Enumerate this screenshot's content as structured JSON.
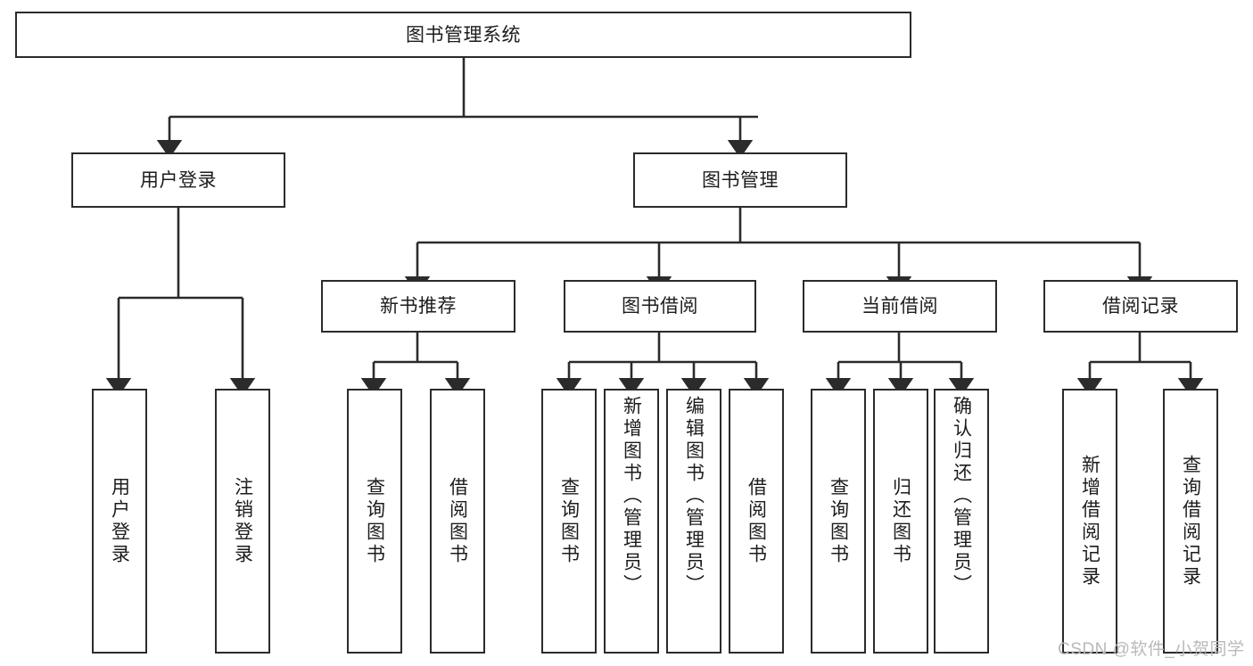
{
  "diagram": {
    "type": "tree-hierarchy",
    "title": "图书管理系统",
    "root": {
      "id": "root",
      "label": "图书管理系统"
    },
    "level1": [
      {
        "id": "user-login",
        "label": "用户登录"
      },
      {
        "id": "book-manage",
        "label": "图书管理"
      }
    ],
    "level2": [
      {
        "id": "new-book-recommend",
        "label": "新书推荐",
        "parent": "book-manage"
      },
      {
        "id": "book-borrow",
        "label": "图书借阅",
        "parent": "book-manage"
      },
      {
        "id": "current-borrow",
        "label": "当前借阅",
        "parent": "book-manage"
      },
      {
        "id": "borrow-record",
        "label": "借阅记录",
        "parent": "book-manage"
      }
    ],
    "leaves": [
      {
        "id": "leaf-user-login",
        "label": "用户登录",
        "parent": "user-login"
      },
      {
        "id": "leaf-logout-login",
        "label": "注销登录",
        "parent": "user-login"
      },
      {
        "id": "leaf-query-book-1",
        "label": "查询图书",
        "parent": "new-book-recommend"
      },
      {
        "id": "leaf-borrow-book-1",
        "label": "借阅图书",
        "parent": "new-book-recommend"
      },
      {
        "id": "leaf-query-book-2",
        "label": "查询图书",
        "parent": "book-borrow"
      },
      {
        "id": "leaf-add-book",
        "label": "新增图书（管理员）",
        "parent": "book-borrow"
      },
      {
        "id": "leaf-edit-book",
        "label": "编辑图书（管理员）",
        "parent": "book-borrow"
      },
      {
        "id": "leaf-borrow-book-2",
        "label": "借阅图书",
        "parent": "book-borrow"
      },
      {
        "id": "leaf-query-book-3",
        "label": "查询图书",
        "parent": "current-borrow"
      },
      {
        "id": "leaf-return-book",
        "label": "归还图书",
        "parent": "current-borrow"
      },
      {
        "id": "leaf-confirm-return",
        "label": "确认归还（管理员）",
        "parent": "current-borrow"
      },
      {
        "id": "leaf-add-record",
        "label": "新增借阅记录",
        "parent": "borrow-record"
      },
      {
        "id": "leaf-query-record",
        "label": "查询借阅记录",
        "parent": "borrow-record"
      }
    ],
    "colors": {
      "stroke": "#2b2b2b",
      "fill": "#ffffff",
      "text": "#1c1c1c",
      "watermark": "#b9b9b9"
    }
  },
  "watermark": {
    "text": "CSDN @软件_小贺同学"
  }
}
